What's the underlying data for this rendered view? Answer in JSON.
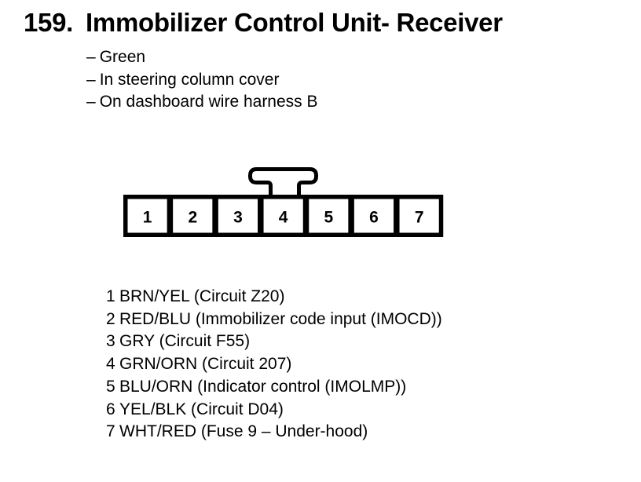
{
  "page": {
    "number": "159.",
    "title": "Immobilizer Control Unit- Receiver"
  },
  "notes": {
    "dash": "–",
    "items": [
      "Green",
      "In steering column cover",
      "On dashboard wire harness B"
    ]
  },
  "connector": {
    "description": "7-pin connector, single row, latch tab on top",
    "pins": [
      "1",
      "2",
      "3",
      "4",
      "5",
      "6",
      "7"
    ]
  },
  "pinout": [
    {
      "pin": "1",
      "desc": "BRN/YEL (Circuit Z20)"
    },
    {
      "pin": "2",
      "desc": "RED/BLU (Immobilizer code input (IMOCD))"
    },
    {
      "pin": "3",
      "desc": "GRY (Circuit F55)"
    },
    {
      "pin": "4",
      "desc": "GRN/ORN (Circuit 207)"
    },
    {
      "pin": "5",
      "desc": "BLU/ORN (Indicator control (IMOLMP))"
    },
    {
      "pin": "6",
      "desc": "YEL/BLK (Circuit D04)"
    },
    {
      "pin": "7",
      "desc": "WHT/RED (Fuse 9 – Under-hood)"
    }
  ],
  "colors": {
    "ink": "#000000",
    "paper": "#ffffff"
  }
}
